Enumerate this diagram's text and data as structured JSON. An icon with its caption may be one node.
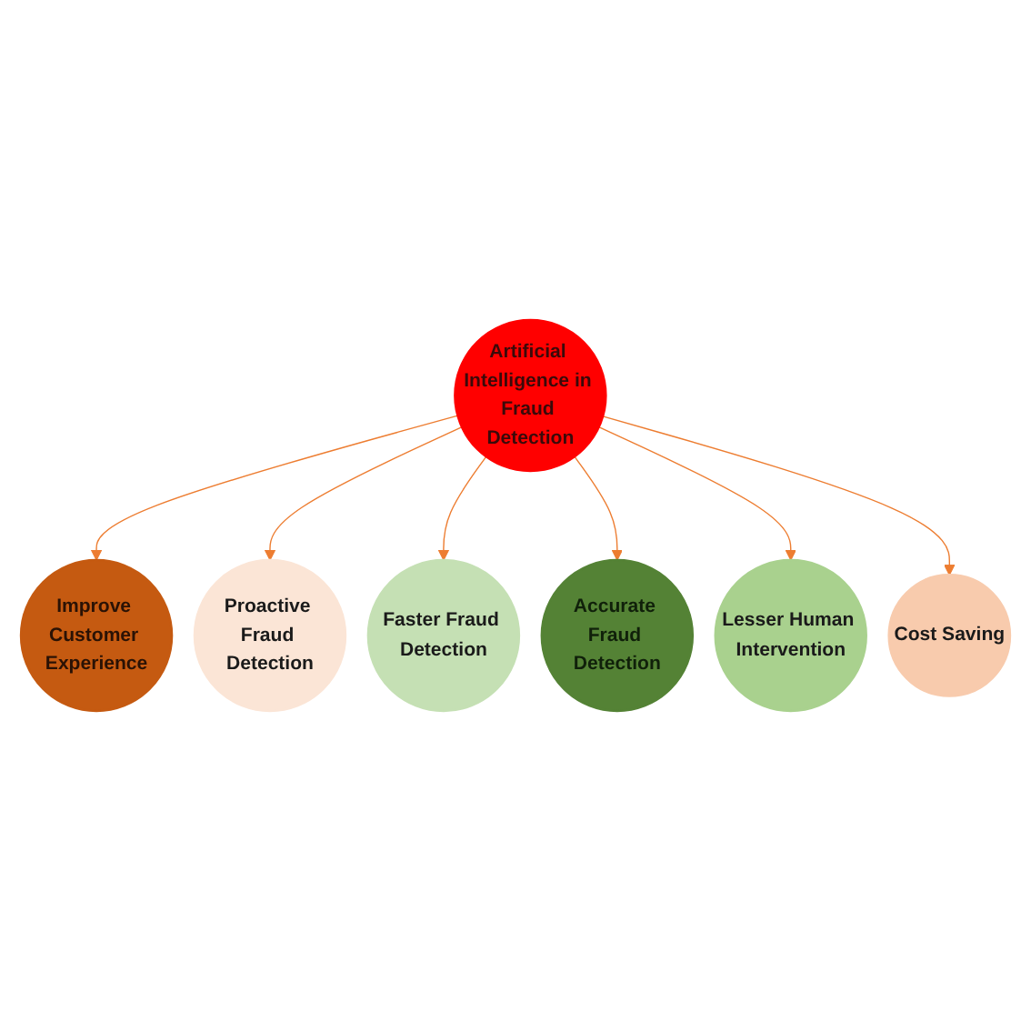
{
  "diagram": {
    "nodes": [
      {
        "text": [
          "Artificial Intelligence in Fraud Detection"
        ]
      },
      {
        "text": [
          "Improve Customer Experience"
        ]
      },
      {
        "text": [
          "Proactive Fraud Detection"
        ]
      },
      {
        "text": [
          "Faster Fraud Detection"
        ]
      },
      {
        "text": [
          "Accurate Fraud Detection"
        ]
      },
      {
        "text": [
          "Lesser Human Intervention"
        ]
      },
      {
        "text": [
          "Cost Saving"
        ]
      }
    ],
    "edges": [
      {
        "from": 0,
        "to": 1,
        "arrow": "to"
      },
      {
        "from": 0,
        "to": 2,
        "arrow": "to"
      },
      {
        "from": 0,
        "to": 3,
        "arrow": "to"
      },
      {
        "from": 0,
        "to": 4,
        "arrow": "to"
      },
      {
        "from": 0,
        "to": 5,
        "arrow": "to"
      },
      {
        "from": 0,
        "to": 6,
        "arrow": "to"
      }
    ]
  }
}
